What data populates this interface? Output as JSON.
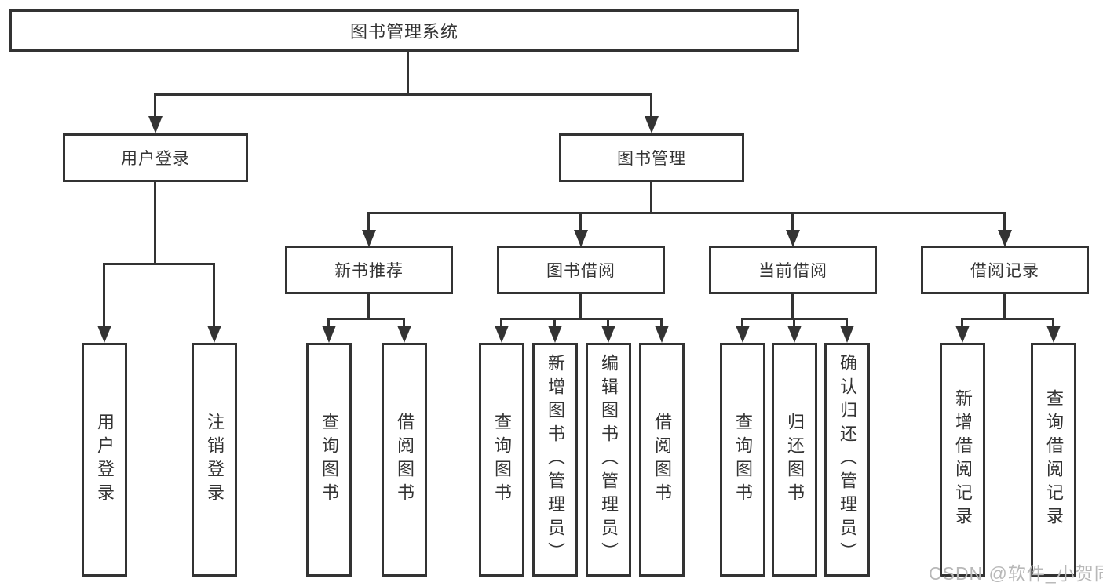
{
  "tree": {
    "label": "图书管理系统",
    "children": [
      {
        "label": "用户登录",
        "children": [
          {
            "label": "用户登录"
          },
          {
            "label": "注销登录"
          }
        ]
      },
      {
        "label": "图书管理",
        "children": [
          {
            "label": "新书推荐",
            "children": [
              {
                "label": "查询图书"
              },
              {
                "label": "借阅图书"
              }
            ]
          },
          {
            "label": "图书借阅",
            "children": [
              {
                "label": "查询图书"
              },
              {
                "label": "新增图书（管理员）"
              },
              {
                "label": "编辑图书（管理员）"
              },
              {
                "label": "借阅图书"
              }
            ]
          },
          {
            "label": "当前借阅",
            "children": [
              {
                "label": "查询图书"
              },
              {
                "label": "归还图书"
              },
              {
                "label": "确认归还（管理员）"
              }
            ]
          },
          {
            "label": "借阅记录",
            "children": [
              {
                "label": "新增借阅记录"
              },
              {
                "label": "查询借阅记录"
              }
            ]
          }
        ]
      }
    ]
  },
  "watermark": {
    "text": "CSDN @软件_小贺同学"
  },
  "colors": {
    "line": "#333333",
    "text": "#333333",
    "box_fill": "#ffffff",
    "background": "#ffffff",
    "watermark": "#b8b8b8"
  }
}
